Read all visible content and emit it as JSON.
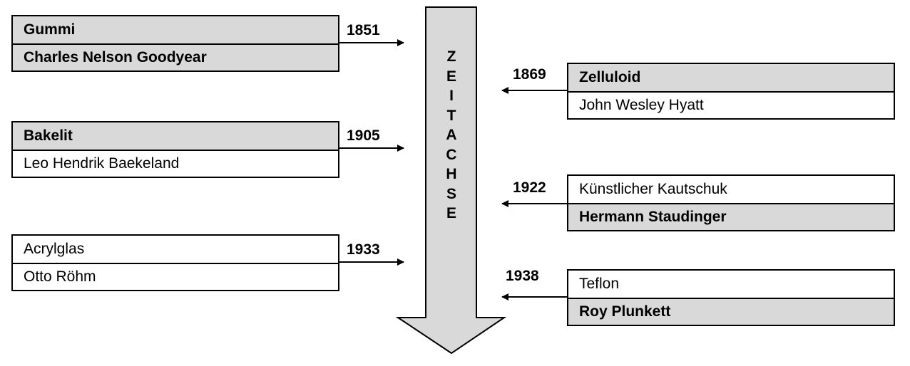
{
  "diagram": {
    "axis_label": "ZEITACHSE",
    "axis_letters": [
      "Z",
      "E",
      "I",
      "T",
      "A",
      "C",
      "H",
      "S",
      "E"
    ],
    "colors": {
      "shade": "#d9d9d9",
      "stroke": "#000000",
      "background": "#ffffff"
    },
    "left_events": [
      {
        "year": "1851",
        "material": "Gummi",
        "inventor": "Charles Nelson Goodyear"
      },
      {
        "year": "1905",
        "material": "Bakelit",
        "inventor": "Leo Hendrik Baekeland"
      },
      {
        "year": "1933",
        "material": "Acrylglas",
        "inventor": "Otto Röhm"
      }
    ],
    "right_events": [
      {
        "year": "1869",
        "material": "Zelluloid",
        "inventor": "John Wesley Hyatt"
      },
      {
        "year": "1922",
        "material": "Künstlicher Kautschuk",
        "inventor": "Hermann Staudinger"
      },
      {
        "year": "1938",
        "material": "Teflon",
        "inventor": "Roy Plunkett"
      }
    ]
  }
}
